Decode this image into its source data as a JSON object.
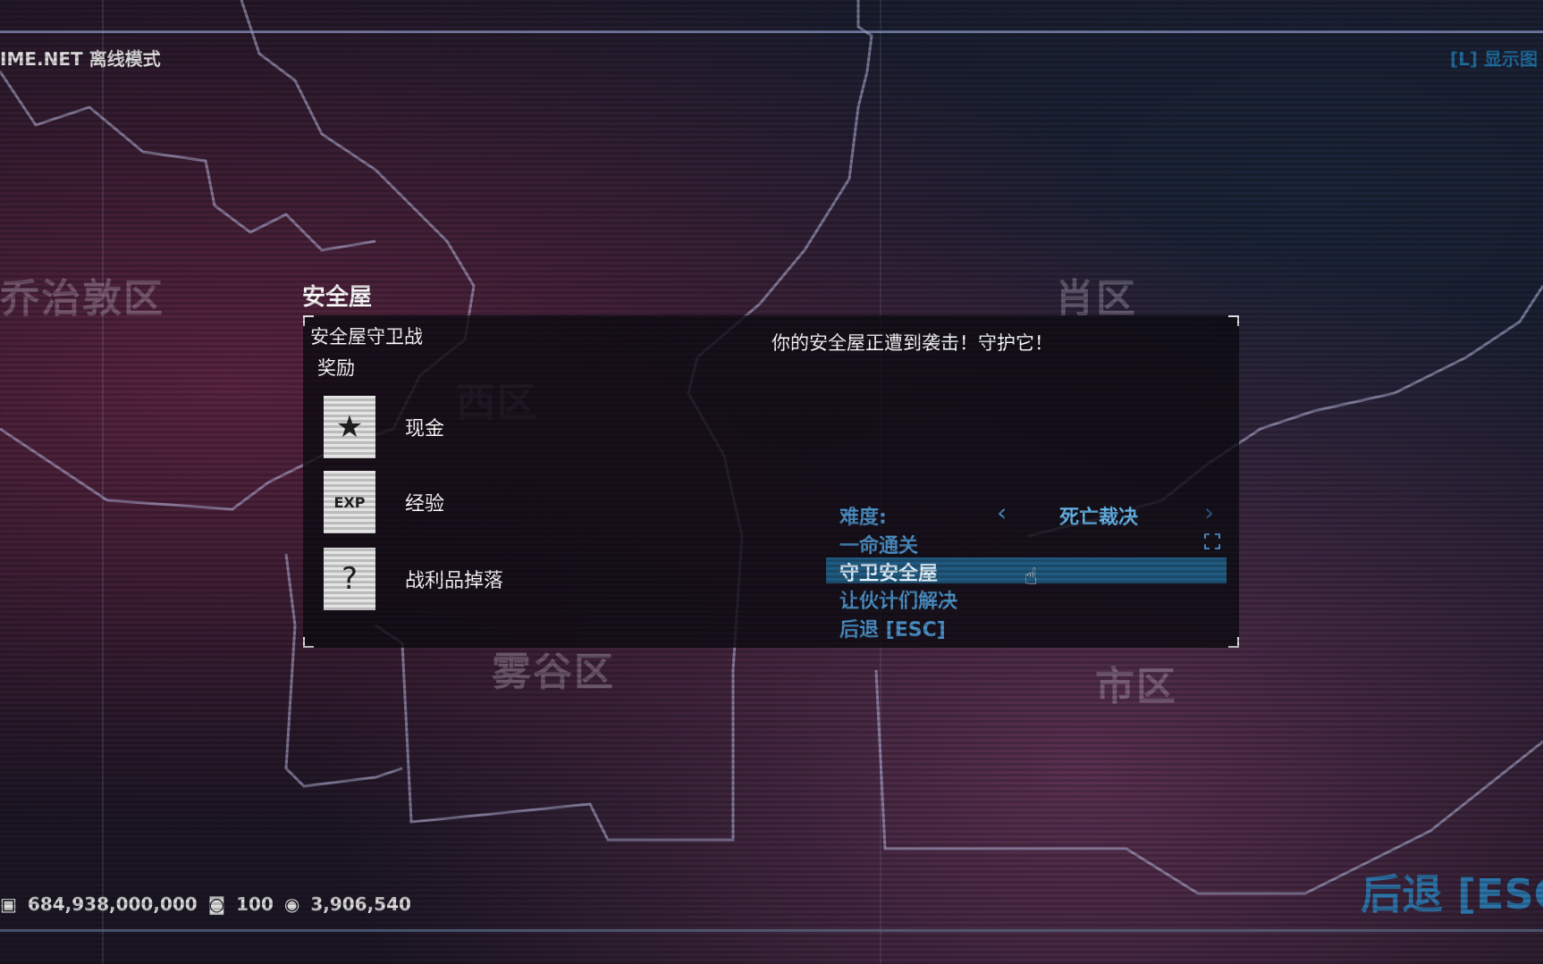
{
  "header": {
    "mode": "IME.NET 离线模式",
    "toggle_hint": "[L] 显示图"
  },
  "map_labels": [
    "乔治敦区",
    "西区",
    "肖区",
    "雾谷区",
    "市区"
  ],
  "panel": {
    "title": "安全屋",
    "job_name": "安全屋守卫战",
    "rewards_label": "奖励",
    "rewards": [
      {
        "icon": "cash-star-icon",
        "label": "现金"
      },
      {
        "icon": "exp-star-icon",
        "label": "经验"
      },
      {
        "icon": "loot-question-icon",
        "label": "战利品掉落"
      }
    ],
    "description": "你的安全屋正遭到袭击！守护它！",
    "difficulty_label": "难度:",
    "difficulty_value": "死亡裁决",
    "menu": [
      "一命通关",
      "守卫安全屋",
      "让伙计们解决",
      "后退 [ESC]"
    ],
    "selected": "守卫安全屋"
  },
  "stats": {
    "money": "684,938,000,000",
    "level": "100",
    "coins": "3,906,540"
  },
  "back_button": "后退 [ESC"
}
